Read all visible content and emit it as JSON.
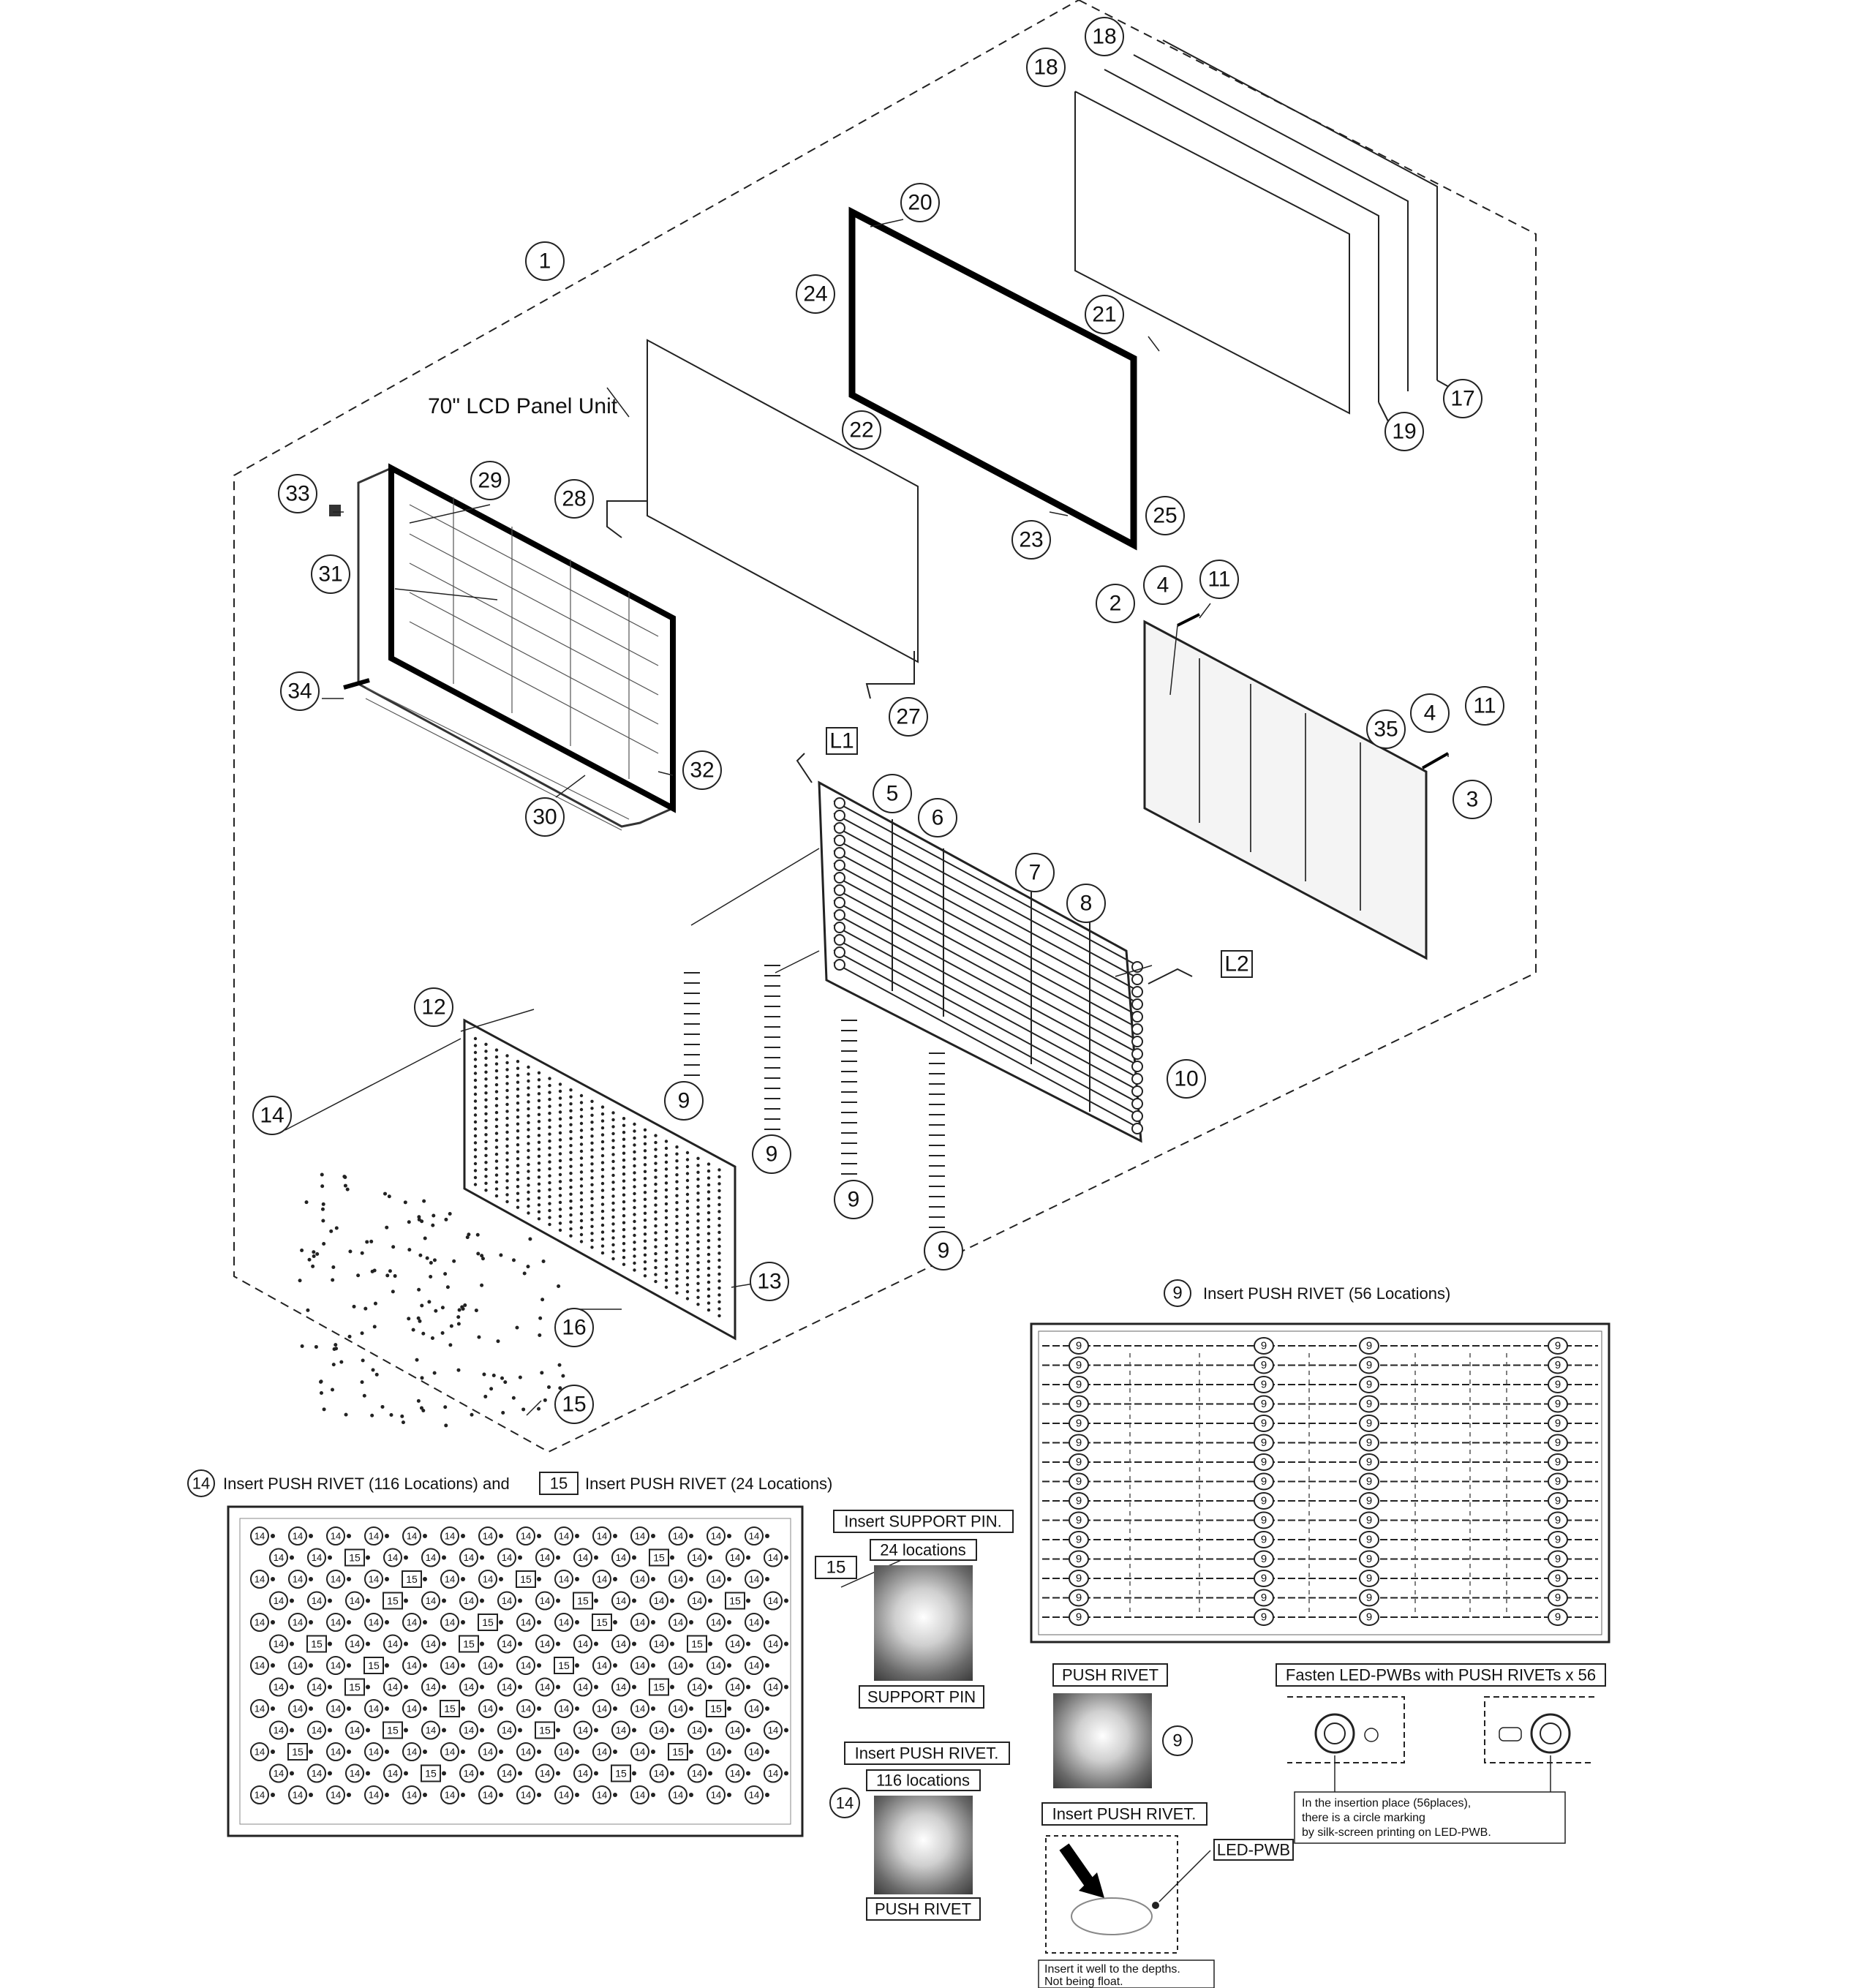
{
  "panel_unit_label": "70\" LCD Panel Unit",
  "callouts": {
    "c1": "1",
    "c2": "2",
    "c3": "3",
    "c4a": "4",
    "c4b": "4",
    "c5": "5",
    "c6": "6",
    "c7": "7",
    "c8": "8",
    "c9a": "9",
    "c9b": "9",
    "c9c": "9",
    "c9d": "9",
    "c10": "10",
    "c11a": "11",
    "c11b": "11",
    "c12": "12",
    "c13": "13",
    "c14": "14",
    "c15": "15",
    "c16": "16",
    "c17": "17",
    "c18a": "18",
    "c18b": "18",
    "c19": "19",
    "c20": "20",
    "c21": "21",
    "c22": "22",
    "c23": "23",
    "c24": "24",
    "c25": "25",
    "c27": "27",
    "c28": "28",
    "c29": "29",
    "c30": "30",
    "c31": "31",
    "c32": "32",
    "c33": "33",
    "c34": "34",
    "c35": "35"
  },
  "connectors": {
    "l1": "L1",
    "l2": "L2"
  },
  "rivet9": {
    "callout": "9",
    "title": "Insert PUSH RIVET (56 Locations)",
    "marker": "9",
    "push_rivet_label": "PUSH RIVET",
    "push_rivet_callout": "9",
    "fasten_label": "Fasten LED-PWBs with PUSH RIVETs x 56",
    "fasten_note": [
      "In the insertion place (56places),",
      "there is a circle marking",
      "by silk-screen printing on LED-PWB."
    ],
    "insert_label": "Insert PUSH RIVET.",
    "led_pwb_label": "LED-PWB",
    "insert_note": [
      "Insert it well to the depths.",
      "Not being float."
    ]
  },
  "rivet14": {
    "callout14": "14",
    "title_a": "Insert PUSH RIVET (116 Locations) and",
    "callout15": "15",
    "title_b": "Insert PUSH RIVET (24 Locations)",
    "marker14": "14",
    "marker15": "15",
    "support_title": "Insert SUPPORT PIN.",
    "support_count": "24 locations",
    "support_callout": "15",
    "support_label": "SUPPORT PIN",
    "push_title": "Insert PUSH RIVET.",
    "push_count": "116 locations",
    "push_callout": "14",
    "push_label": "PUSH RIVET"
  }
}
